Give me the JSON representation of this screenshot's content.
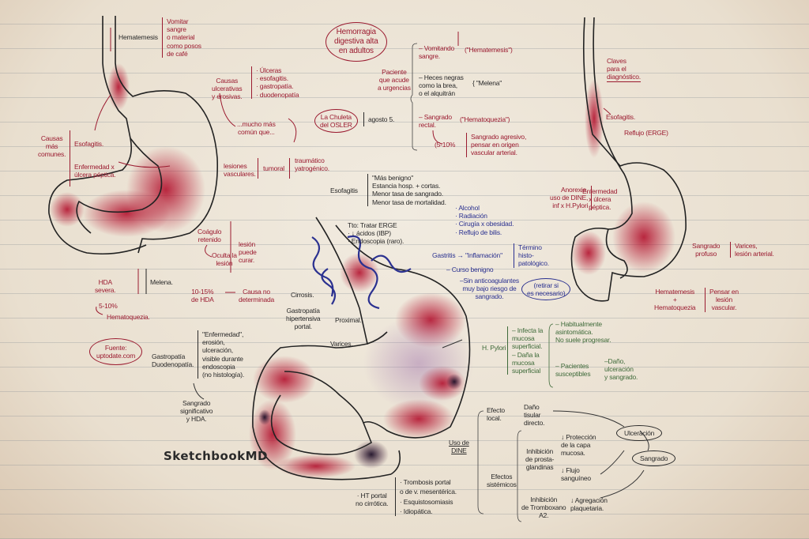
{
  "title": "Hemorragia\ndigestiva alta\nen adultos",
  "brand": "SketchbookMD",
  "colors": {
    "red_ink": "#9b1b30",
    "black_ink": "#2a2a2a",
    "blue_ink": "#2b3190",
    "green_ink": "#3f6b3a",
    "paper": "#ece4d6"
  },
  "left": {
    "hematemesis_label": "Hematemesis",
    "hematemesis_def": "Vomitar\nsangre\no material\ncomo posos\nde café",
    "causas_comunes": "Causas\nmás\ncomunes.",
    "esofagitis": "Esofagitis.",
    "enfermedad": "Enfermedad x\núlcera péptica.",
    "causas_ulcerativas": "Causas\nulcerativas\ny erosivas.",
    "ulcerativas_list": "· Úlceras\n· esofagitis.\n· gastropatía.\n· duodenopatía",
    "mucho_mas": "...mucho más\ncomún que...",
    "lesiones_vasculares": "lesiones\nvasculares.",
    "tumoral": "tumoral",
    "traumatico": "traumático\nyatrogénico.",
    "coagulo": "Coágulo\nretenido",
    "oculta": "Oculta la\nlesión",
    "lesion_curar": "lesión\npuede\ncurar.",
    "hda_severa": "HDA\nsevera.",
    "melena": "Melena.",
    "pct_5_10": "5-10%",
    "hematoquezia": "Hematoquezia.",
    "pct_10_15": "10-15%\nde HDA",
    "causa_no": "Causa no\ndeterminada",
    "fuente": "Fuente:\nuptodate.com",
    "gastropatia": "Gastropatía\nDuodenopatía.",
    "enfermedad_def": "\"Enfermedad\",\nerosión,\nulceración,\nvisible durante\nendoscopia\n(no histología).",
    "sangrado_sig": "Sangrado\nsignificativo\ny HDA."
  },
  "center": {
    "paciente": "Paciente\nque acude\na urgencias",
    "vomitando": "– Vomitando\n   sangre.",
    "hematemesis_q": "(\"Hematemesis\")",
    "heces": "– Heces negras\n   como la brea,\n   o el alquitrán",
    "melena_q": "{ \"Melena\"",
    "sangrado_rectal": "– Sangrado\n   rectal.",
    "hematoquezia_q": "(\"Hematoquezia\")",
    "pct": "(5-10%",
    "sangrado_agresivo": "Sangrado agresivo,\npensar en origen\nvascular arterial.",
    "chuleta": "La Chuleta\ndel OSLER",
    "agosto": "agosto 5.",
    "esofagitis": "Esofagitis",
    "esofagitis_list": "\"Más benigno\"\nEstancia hosp. + cortas.\nMenor tasa de sangrado.\nMenor tasa de mortalidad.",
    "tto": "Tto: Tratar ERGE\n   · ↓ ácidos (IBP)\n   · Endoscopia (raro).",
    "gastritis_causes": "· Alcohol\n· Radiación\n· Cirugía x obesidad.\n· Reflujo de bilis.",
    "gastritis": "Gastritis → \"Inflamación\"",
    "termino": "Término\nhisto-\npatológico.",
    "curso": "– Curso benigno",
    "sin_anticoag": "–Sin anticoagulantes\nmuy bajo riesgo de\nsangrado.",
    "retirar": "(retirar si\nes necesario)",
    "cirrosis": "Cirrosis.",
    "gastropatia_hip": "Gastropatía\nhipertensiva\nportal.",
    "proximal": "Proximal.",
    "varices": "Varices.",
    "ht_portal": "· HT portal\nno cirrótica.",
    "ht_causes": "· Trombosis portal\n   o de v. mesentérica.\n· Esquistosomiasis\n· Idiopática.",
    "hpylori": "H. Pylori",
    "infecta": "– Infecta la\n   mucosa\n   superficial.\n– Daña la\n   mucosa\n   superficial",
    "habitual": "– Habitualmente\n   asintomática.\n   No suele progresar.",
    "pacientes": "– Pacientes\n   susceptibles",
    "dano_ulc": "–Daño,\nulceración\ny sangrado.",
    "uso_dine": "Uso de\nDINE",
    "efecto_local": "Efecto\nlocal.",
    "dano_tisular": "Daño\ntisular\ndirecto.",
    "efectos_sist": "Efectos\nsistémicos",
    "inhibicion_pg": "Inhibición\nde prosta-\nglandinas",
    "proteccion": "↓ Protección\n   de la capa\n   mucosa.",
    "flujo": "↓ Flujo\n   sanguíneo",
    "inhibicion_tx": "Inhibición\nde Tromboxano\nA2.",
    "agregacion": "↓ Agregación\n   plaquetaria.",
    "ulceracion": "Ulceración",
    "sangrado": "Sangrado"
  },
  "right": {
    "claves": "Claves\npara el\ndiagnóstico.",
    "esofagitis": "Esofagitis.",
    "reflujo": "Reflujo (ERGE)",
    "anorexia": "Anorexia,\nuso de DINE,\ninf x H.Pylori",
    "enfermedad": "Enfermedad\nx úlcera\npéptica.",
    "sangrado_profuso": "Sangrado\nprofuso",
    "varices": "Varices,\nlesión arterial.",
    "hemat": "Hematemesis\n+\nHematoquezia",
    "pensar": "Pensar en\nlesión\nvascular."
  }
}
